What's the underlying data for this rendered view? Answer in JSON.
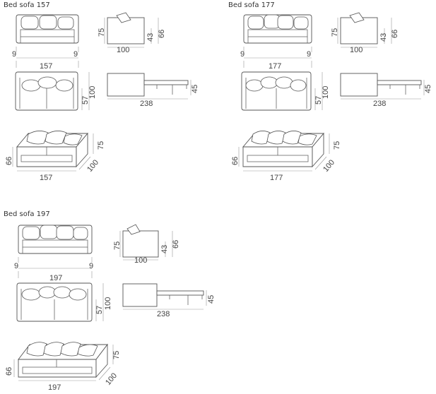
{
  "sofas": [
    {
      "title": "Bed sofa 157",
      "front": {
        "arm_left": "9",
        "arm_right": "9",
        "width": "157"
      },
      "side": {
        "depth": "100",
        "height": "75",
        "seat": "43",
        "back": "66"
      },
      "plan": {
        "width_label": "",
        "seat_depth": "57",
        "depth": "100"
      },
      "open": {
        "length": "238",
        "height": "45"
      },
      "persp": {
        "width": "157",
        "height_left": "66",
        "height_right": "75",
        "depth": "100"
      }
    },
    {
      "title": "Bed sofa 177",
      "front": {
        "arm_left": "9",
        "arm_right": "9",
        "width": "177"
      },
      "side": {
        "depth": "100",
        "height": "75",
        "seat": "43",
        "back": "66"
      },
      "plan": {
        "width_label": "",
        "seat_depth": "57",
        "depth": "100"
      },
      "open": {
        "length": "238",
        "height": "45"
      },
      "persp": {
        "width": "177",
        "height_left": "66",
        "height_right": "75",
        "depth": "100"
      }
    },
    {
      "title": "Bed sofa 197",
      "front": {
        "arm_left": "9",
        "arm_right": "9",
        "width": "197"
      },
      "side": {
        "depth": "100",
        "height": "75",
        "seat": "43",
        "back": "66"
      },
      "plan": {
        "width_label": "",
        "seat_depth": "57",
        "depth": "100"
      },
      "open": {
        "length": "238",
        "height": "45"
      },
      "persp": {
        "width": "197",
        "height_left": "66",
        "height_right": "75",
        "depth": "100"
      }
    }
  ]
}
